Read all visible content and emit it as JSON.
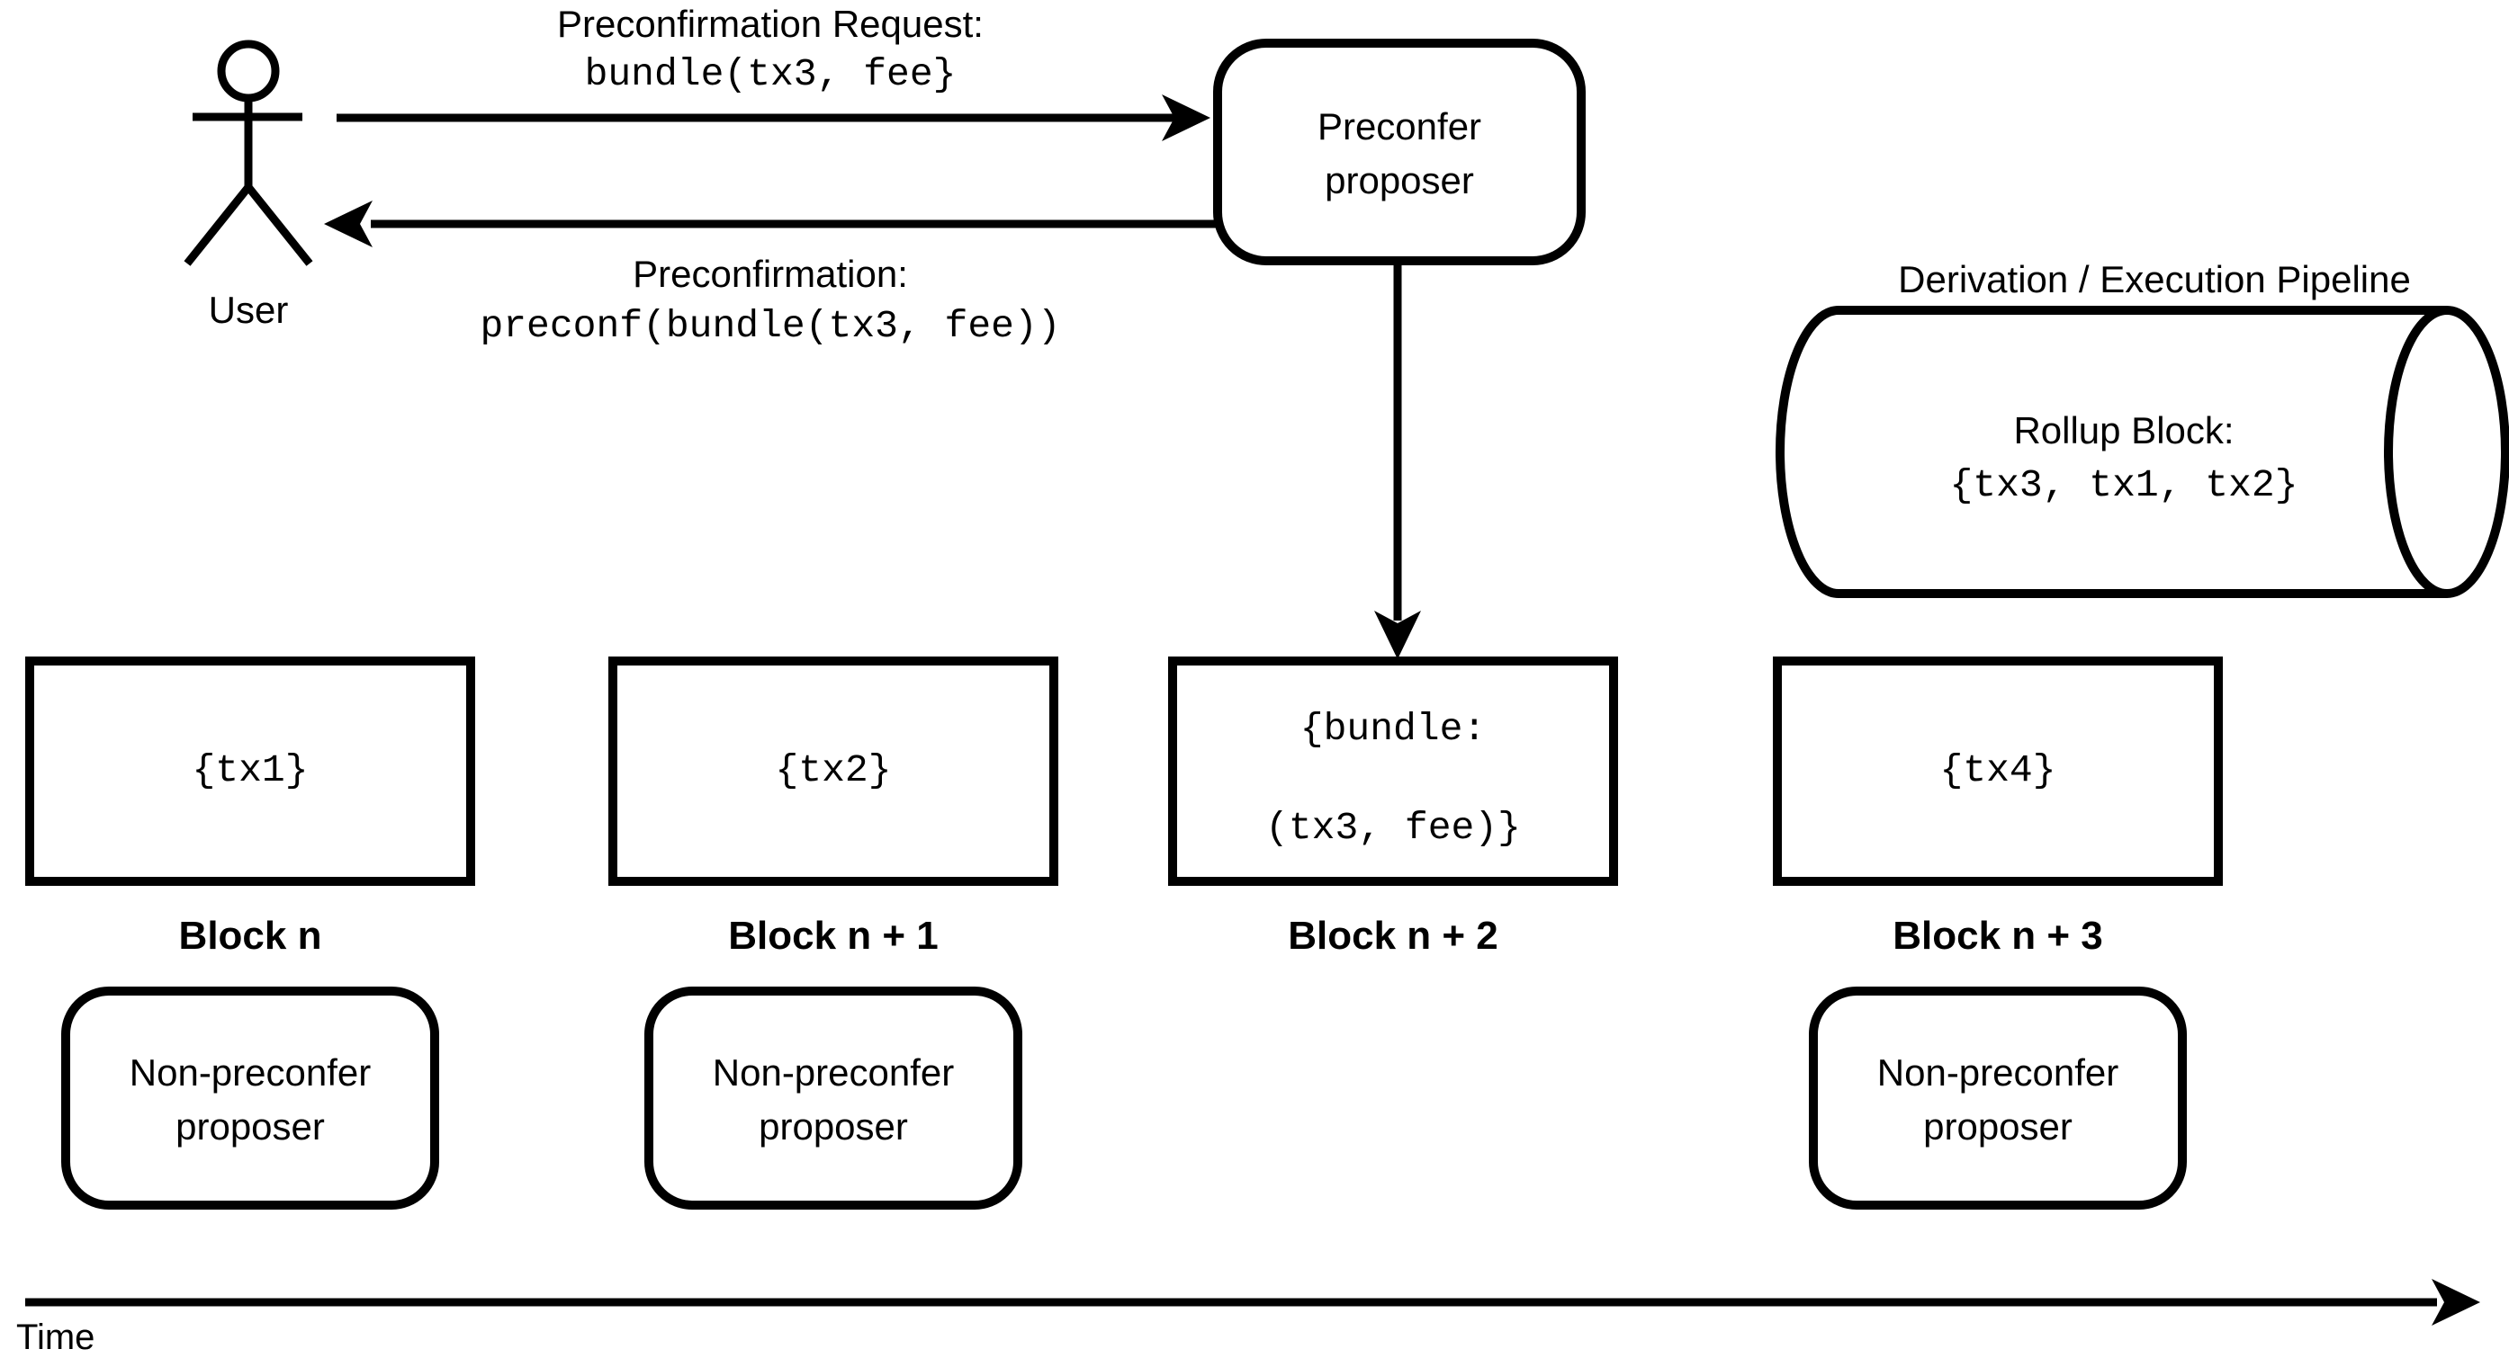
{
  "colors": {
    "stroke": "#000000",
    "background": "#ffffff"
  },
  "actor": {
    "label": "User"
  },
  "messages": {
    "request": {
      "title": "Preconfirmation Request:",
      "code": "bundle(tx3, fee}"
    },
    "response": {
      "title": "Preconfirmation:",
      "code": "preconf(bundle(tx3, fee))"
    }
  },
  "preconfer_proposer": {
    "lines": [
      "Preconfer",
      "proposer"
    ]
  },
  "pipeline": {
    "title": "Derivation / Execution Pipeline",
    "rollup_title": "Rollup Block:",
    "rollup_code": "{tx3, tx1, tx2}"
  },
  "blocks": [
    {
      "content_lines": [
        "{tx1}"
      ],
      "label": "Block n",
      "proposer_lines": [
        "Non-preconfer",
        "proposer"
      ]
    },
    {
      "content_lines": [
        "{tx2}"
      ],
      "label": "Block n + 1",
      "proposer_lines": [
        "Non-preconfer",
        "proposer"
      ]
    },
    {
      "content_lines": [
        "{bundle:",
        "(tx3, fee)}"
      ],
      "label": "Block n + 2"
    },
    {
      "content_lines": [
        "{tx4}"
      ],
      "label": "Block n + 3",
      "proposer_lines": [
        "Non-preconfer",
        "proposer"
      ]
    }
  ],
  "timeline": {
    "label": "Time"
  }
}
